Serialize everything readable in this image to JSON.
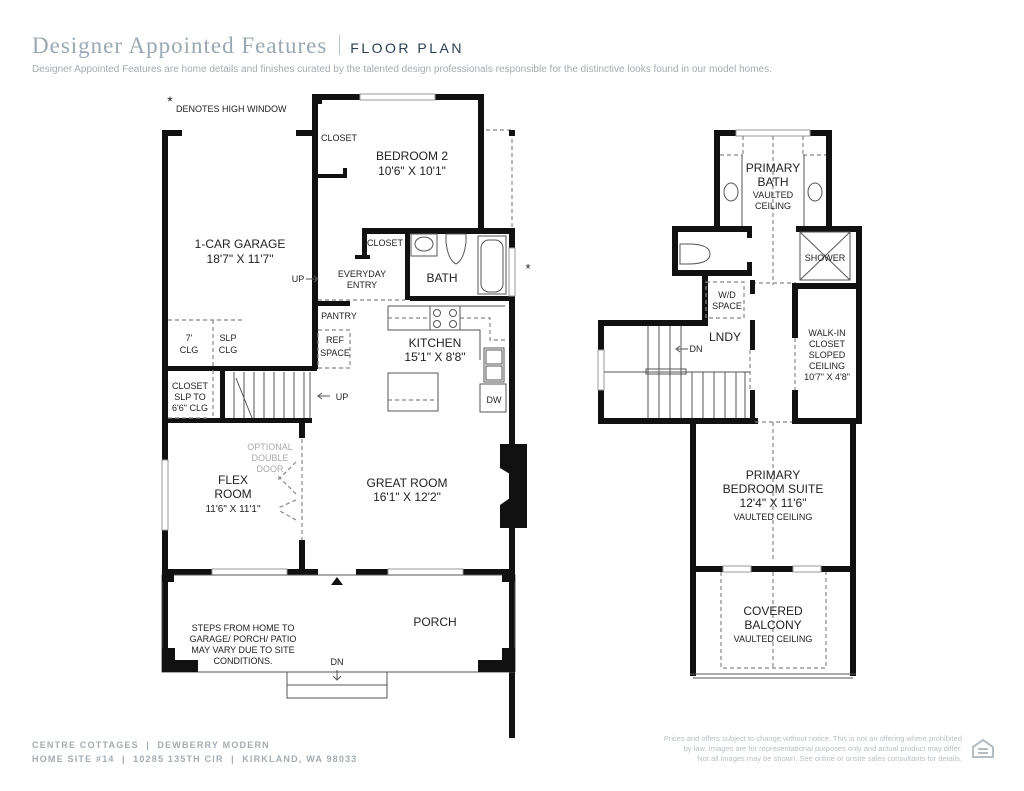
{
  "header": {
    "title": "Designer Appointed Features",
    "subtitle": "FLOOR PLAN",
    "intro": "Designer Appointed Features are home details and finishes curated by the talented design professionals responsible for the distinctive looks found in our model homes."
  },
  "legend": {
    "asterisk": "*",
    "note": "DENOTES HIGH WINDOW"
  },
  "main_floor": {
    "rooms": {
      "closet_bed2": "CLOSET",
      "bedroom2_name": "BEDROOM 2",
      "bedroom2_dims": "10'6\" X 10'1\"",
      "garage_name": "1-CAR GARAGE",
      "garage_dims": "18'7\" X 11'7\"",
      "closet_entry": "CLOSET",
      "entry_line1": "EVERYDAY",
      "entry_line2": "ENTRY",
      "bath": "BATH",
      "up_garage": "UP",
      "pantry": "PANTRY",
      "ref_line1": "REF",
      "ref_line2": "SPACE",
      "kitchen_name": "KITCHEN",
      "kitchen_dims": "15'1\" X 8'8\"",
      "clg7_line1": "7'",
      "clg7_line2": "CLG",
      "slp_line1": "SLP",
      "slp_line2": "CLG",
      "closet_slp_line1": "CLOSET",
      "closet_slp_line2": "SLP TO",
      "closet_slp_line3": "6'6\" CLG",
      "up_stairs": "UP",
      "dw": "DW",
      "optional_line1": "OPTIONAL",
      "optional_line2": "DOUBLE",
      "optional_line3": "DOOR",
      "flex_line1": "FLEX",
      "flex_line2": "ROOM",
      "flex_dims": "11'6\" X 11'1\"",
      "great_room_name": "GREAT ROOM",
      "great_room_dims": "16'1\" X 12'2\"",
      "porch": "PORCH",
      "steps_line1": "STEPS FROM HOME TO",
      "steps_line2": "GARAGE/ PORCH/ PATIO",
      "steps_line3": "MAY VARY DUE TO SITE",
      "steps_line4": "CONDITIONS.",
      "dn_porch": "DN",
      "high_window_mark": "*"
    }
  },
  "upper_floor": {
    "rooms": {
      "primary_bath_line1": "PRIMARY",
      "primary_bath_line2": "BATH",
      "primary_bath_line3": "VAULTED",
      "primary_bath_line4": "CEILING",
      "shower": "SHOWER",
      "wd_line1": "W/D",
      "wd_line2": "SPACE",
      "lndy": "LNDY",
      "dn_stairs": "DN",
      "walkin_line1": "WALK-IN",
      "walkin_line2": "CLOSET",
      "walkin_line3": "SLOPED",
      "walkin_line4": "CEILING",
      "walkin_dims": "10'7\" X 4'8\"",
      "suite_line1": "PRIMARY",
      "suite_line2": "BEDROOM SUITE",
      "suite_dims": "12'4\" X 11'6\"",
      "suite_ceiling": "VAULTED CEILING",
      "balcony_line1": "COVERED",
      "balcony_line2": "BALCONY",
      "balcony_ceiling": "VAULTED CEILING"
    }
  },
  "footer": {
    "community_line": "CENTRE COTTAGES  |  DEWBERRY MODERN",
    "address_line": "HOME SITE #14  |  10285 135TH CIR  |  KIRKLAND, WA 98033",
    "disclaimer_line1": "Prices and offers subject to change without notice. This is not an offering where prohibited",
    "disclaimer_line2": "by law. Images are for representational purposes only and actual product may differ.",
    "disclaimer_line3": "Not all images may be shown. See online or onsite sales consultants for details.",
    "logo": "equal-housing-opportunity"
  }
}
